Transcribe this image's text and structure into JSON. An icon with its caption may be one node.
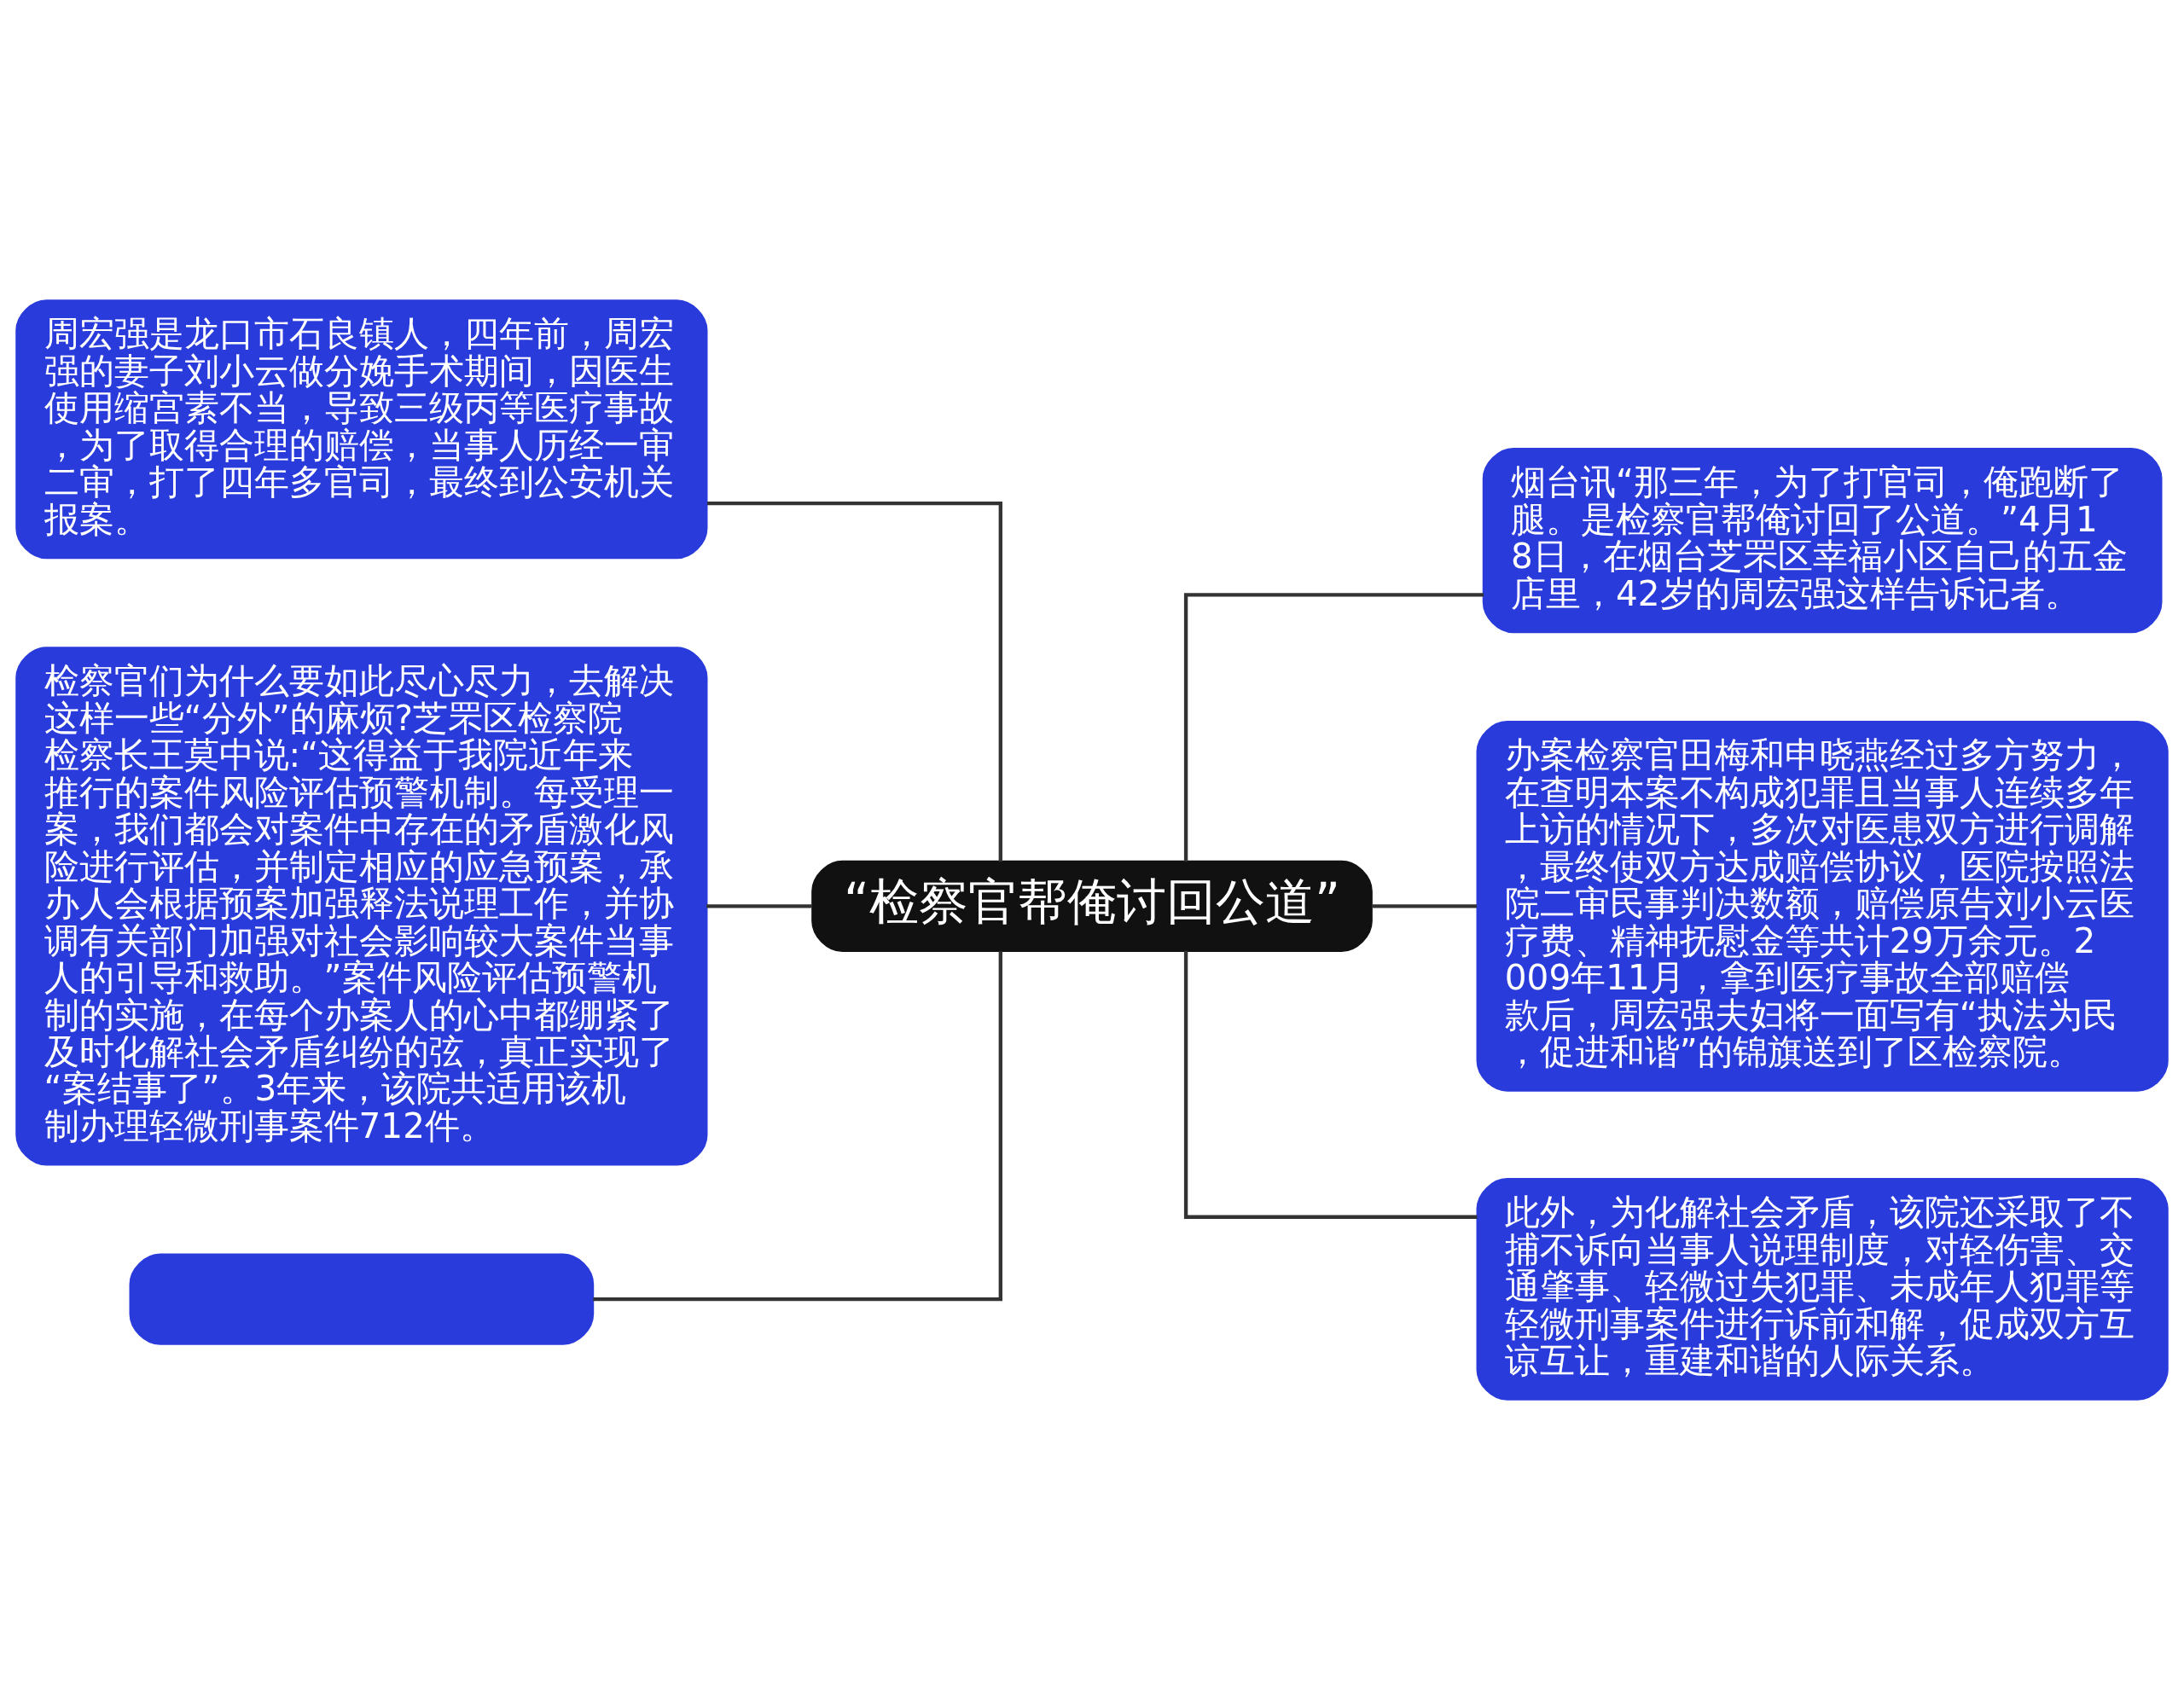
{
  "diagram": {
    "nodes": [
      {
        "text": [
          "“检察官帮俺讨回公道”"
        ]
      },
      {
        "text": [
          "周宏强是龙口市石良镇人，四年前，周宏强的妻子刘小云做分娩手术期间，因医生使用缩宫素不当，导致三级丙等医疗事故，为了取得合理的赔偿，当事人历经一审二审，打了四年多官司，最终到公安机关报案。"
        ]
      },
      {
        "text": [
          "检察官们为什么要如此尽心尽力，去解决这样一些“分外”的麻烦?芝罘区检察院检察长王莫中说:“这得益于我院近年来推行的案件风险评估预警机制。每受理一案，我们都会对案件中存在的矛盾激化风险进行评估，并制定相应的应急预案，承办人会根据预案加强释法说理工作，并协调有关部门加强对社会影响较大案件当事人的引导和救助。”案件风险评估预警机制的实施，在每个办案人的心中都绷紧了及时化解社会矛盾纠纷的弦，真正实现了“案结事了”。3年来，该院共适用该机制办理轻微刑事案件712件。"
        ]
      },
      {
        "text": [],
        "shape": "box"
      },
      {
        "text": [
          "烟台讯“那三年，为了打官司，俺跑断了腿。是检察官帮俺讨回了公道。”4月18日，在烟台芝罘区幸福小区自己的五金店里，42岁的周宏强这样告诉记者。"
        ]
      },
      {
        "text": [
          "办案检察官田梅和申晓燕经过多方努力，在查明本案不构成犯罪且当事人连续多年上访的情况下，多次对医患双方进行调解，最终使双方达成赔偿协议，医院按照法院二审民事判决数额，赔偿原告刘小云医疗费、精神抚慰金等共计29万余元。2009年11月，拿到医疗事故全部赔偿款后，周宏强夫妇将一面写有“执法为民，促进和谐”的锦旗送到了区检察院。"
        ]
      },
      {
        "text": [
          "此外，为化解社会矛盾，该院还采取了不捕不诉向当事人说理制度，对轻伤害、交通肇事、轻微过失犯罪、未成年人犯罪等轻微刑事案件进行诉前和解，促成双方互谅互让，重建和谐的人际关系。"
        ]
      }
    ],
    "edges": [
      {
        "from": 0,
        "to": 1,
        "arrow": "none"
      },
      {
        "from": 0,
        "to": 2,
        "arrow": "none"
      },
      {
        "from": 0,
        "to": 3,
        "arrow": "none"
      },
      {
        "from": 0,
        "to": 4,
        "arrow": "none"
      },
      {
        "from": 0,
        "to": 5,
        "arrow": "none"
      },
      {
        "from": 0,
        "to": 6,
        "arrow": "none"
      }
    ]
  }
}
